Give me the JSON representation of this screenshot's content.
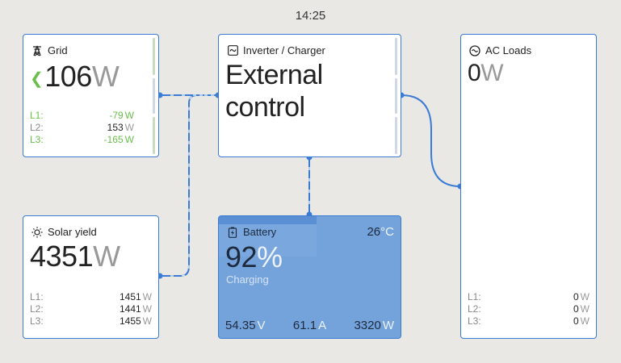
{
  "clock": "14:25",
  "grid": {
    "title": "Grid",
    "icon": "power-pylon-icon",
    "direction_icon": "arrow-left-icon",
    "power_value": "106",
    "power_unit": "W",
    "phases": [
      {
        "label": "L1:",
        "value": "-79",
        "unit": "W",
        "color": "#6abf4b"
      },
      {
        "label": "L2:",
        "value": "153",
        "unit": "W",
        "color": "#222222"
      },
      {
        "label": "L3:",
        "value": "-165",
        "unit": "W",
        "color": "#6abf4b"
      }
    ]
  },
  "inverter": {
    "title": "Inverter / Charger",
    "icon": "inverter-icon",
    "mode_line1": "External",
    "mode_line2": "control"
  },
  "ac_loads": {
    "title": "AC Loads",
    "icon": "ac-sine-icon",
    "power_value": "0",
    "power_unit": "W",
    "phases": [
      {
        "label": "L1:",
        "value": "0",
        "unit": "W"
      },
      {
        "label": "L2:",
        "value": "0",
        "unit": "W"
      },
      {
        "label": "L3:",
        "value": "0",
        "unit": "W"
      }
    ]
  },
  "solar": {
    "title": "Solar yield",
    "icon": "sun-icon",
    "power_value": "4351",
    "power_unit": "W",
    "phases": [
      {
        "label": "L1:",
        "value": "1451",
        "unit": "W"
      },
      {
        "label": "L2:",
        "value": "1441",
        "unit": "W"
      },
      {
        "label": "L3:",
        "value": "1455",
        "unit": "W"
      }
    ]
  },
  "battery": {
    "title": "Battery",
    "icon": "battery-charging-icon",
    "temperature_value": "26",
    "temperature_unit": "°C",
    "soc_value": "92",
    "soc_unit": "%",
    "state": "Charging",
    "voltage_value": "54.35",
    "voltage_unit": "V",
    "current_value": "61.1",
    "current_unit": "A",
    "power_value": "3320",
    "power_unit": "W"
  },
  "colors": {
    "accent": "#3a7bd5",
    "battery_fill": "#74a3dc",
    "export_green": "#6abf4b",
    "background": "#eae8e4"
  }
}
